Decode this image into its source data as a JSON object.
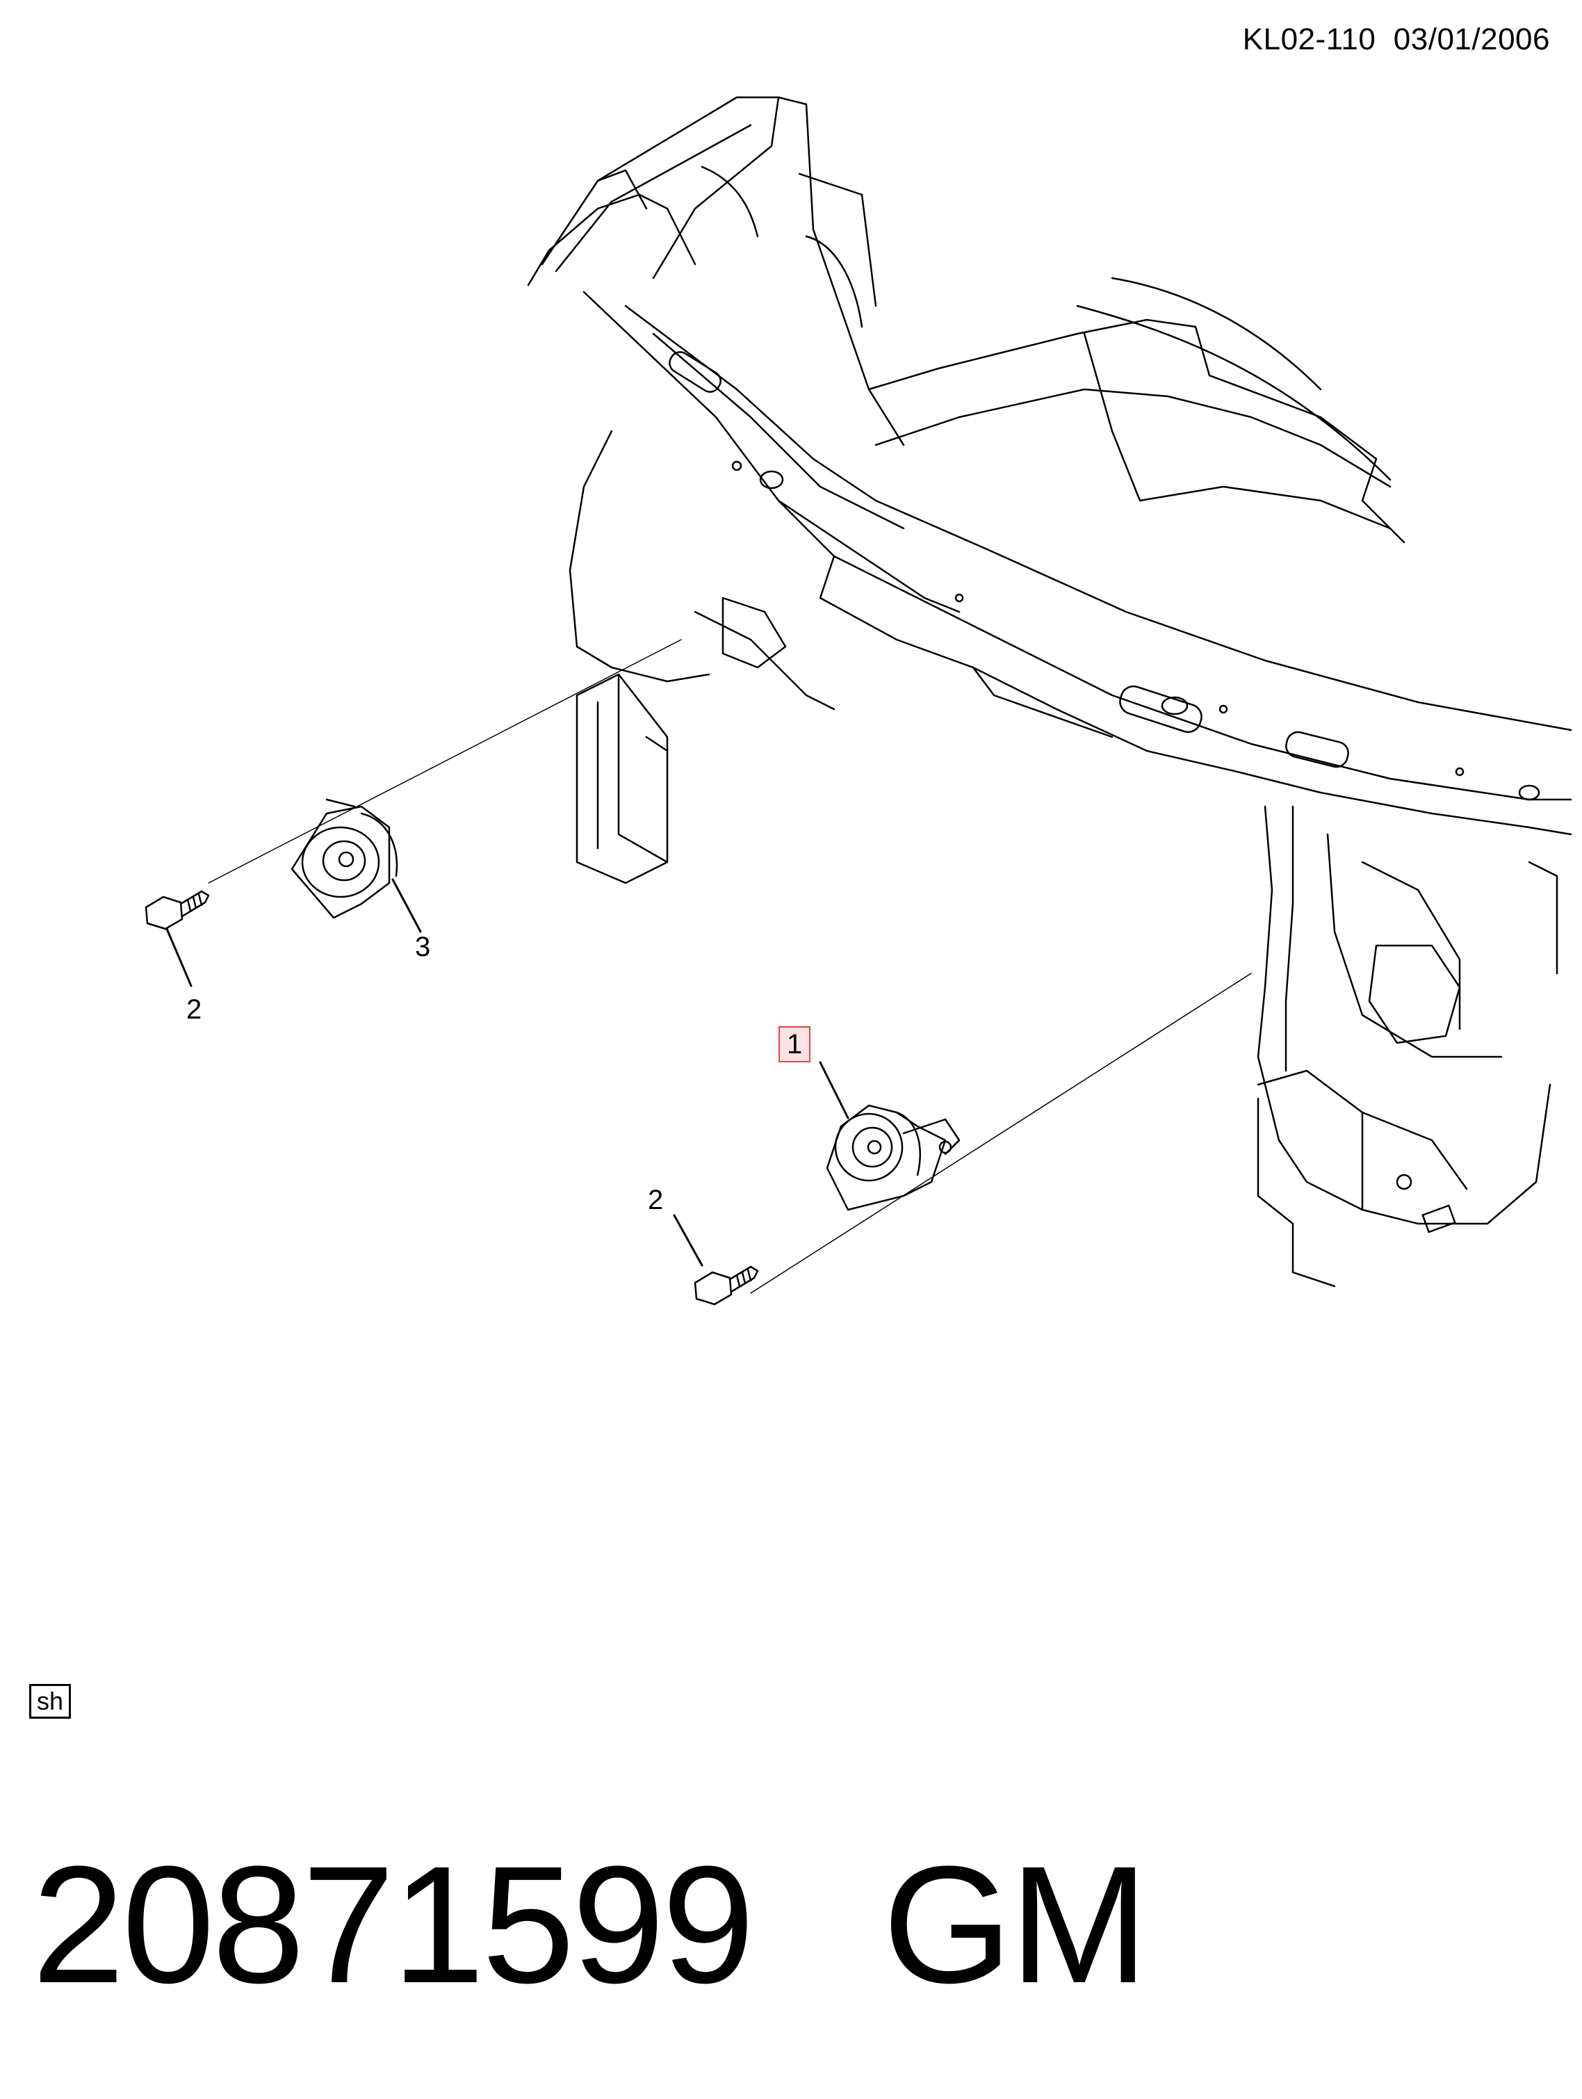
{
  "header": {
    "code": "KL02-110  03/01/2006"
  },
  "callouts": {
    "horn_high": "1",
    "bolt_left": "2",
    "bolt_right": "2",
    "horn_low": "3"
  },
  "sheet_tag": "sh",
  "footer": {
    "part_number": "20871599",
    "brand": "GM"
  },
  "colors": {
    "line": "#000000",
    "highlight_border": "#d64b4b",
    "highlight_fill": "#fbe3e3"
  }
}
